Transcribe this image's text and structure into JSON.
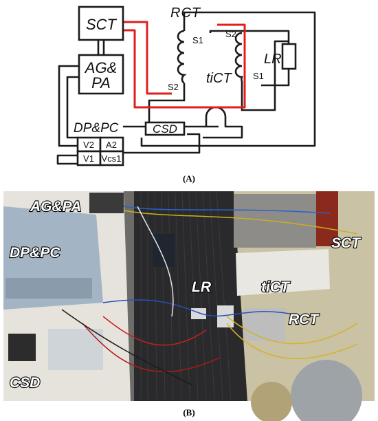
{
  "schematic": {
    "sct": "SCT",
    "ag_pa": [
      "AG&",
      "PA"
    ],
    "rct": "RCT",
    "lr": "LR",
    "ticT": "tiCT",
    "dp_pc": "DP&PC",
    "csd": "CSD",
    "rct_s1": "S1",
    "rct_s2": "S2",
    "tict_s1": "S1",
    "tict_s2": "S2",
    "cells": [
      "V2",
      "A2",
      "V1",
      "Vcs1"
    ],
    "caption": "(A)"
  },
  "photo": {
    "labels": {
      "ag_pa": "AG&PA",
      "dp_pc": "DP&PC",
      "csd": "CSD",
      "lr": "LR",
      "tict": "tiCT",
      "rct": "RCT",
      "sct": "SCT"
    },
    "caption": "(B)"
  },
  "colors": {
    "wire": "#1a1a1a",
    "secondary_loop": "#e01e1e",
    "caption": "#000000"
  }
}
